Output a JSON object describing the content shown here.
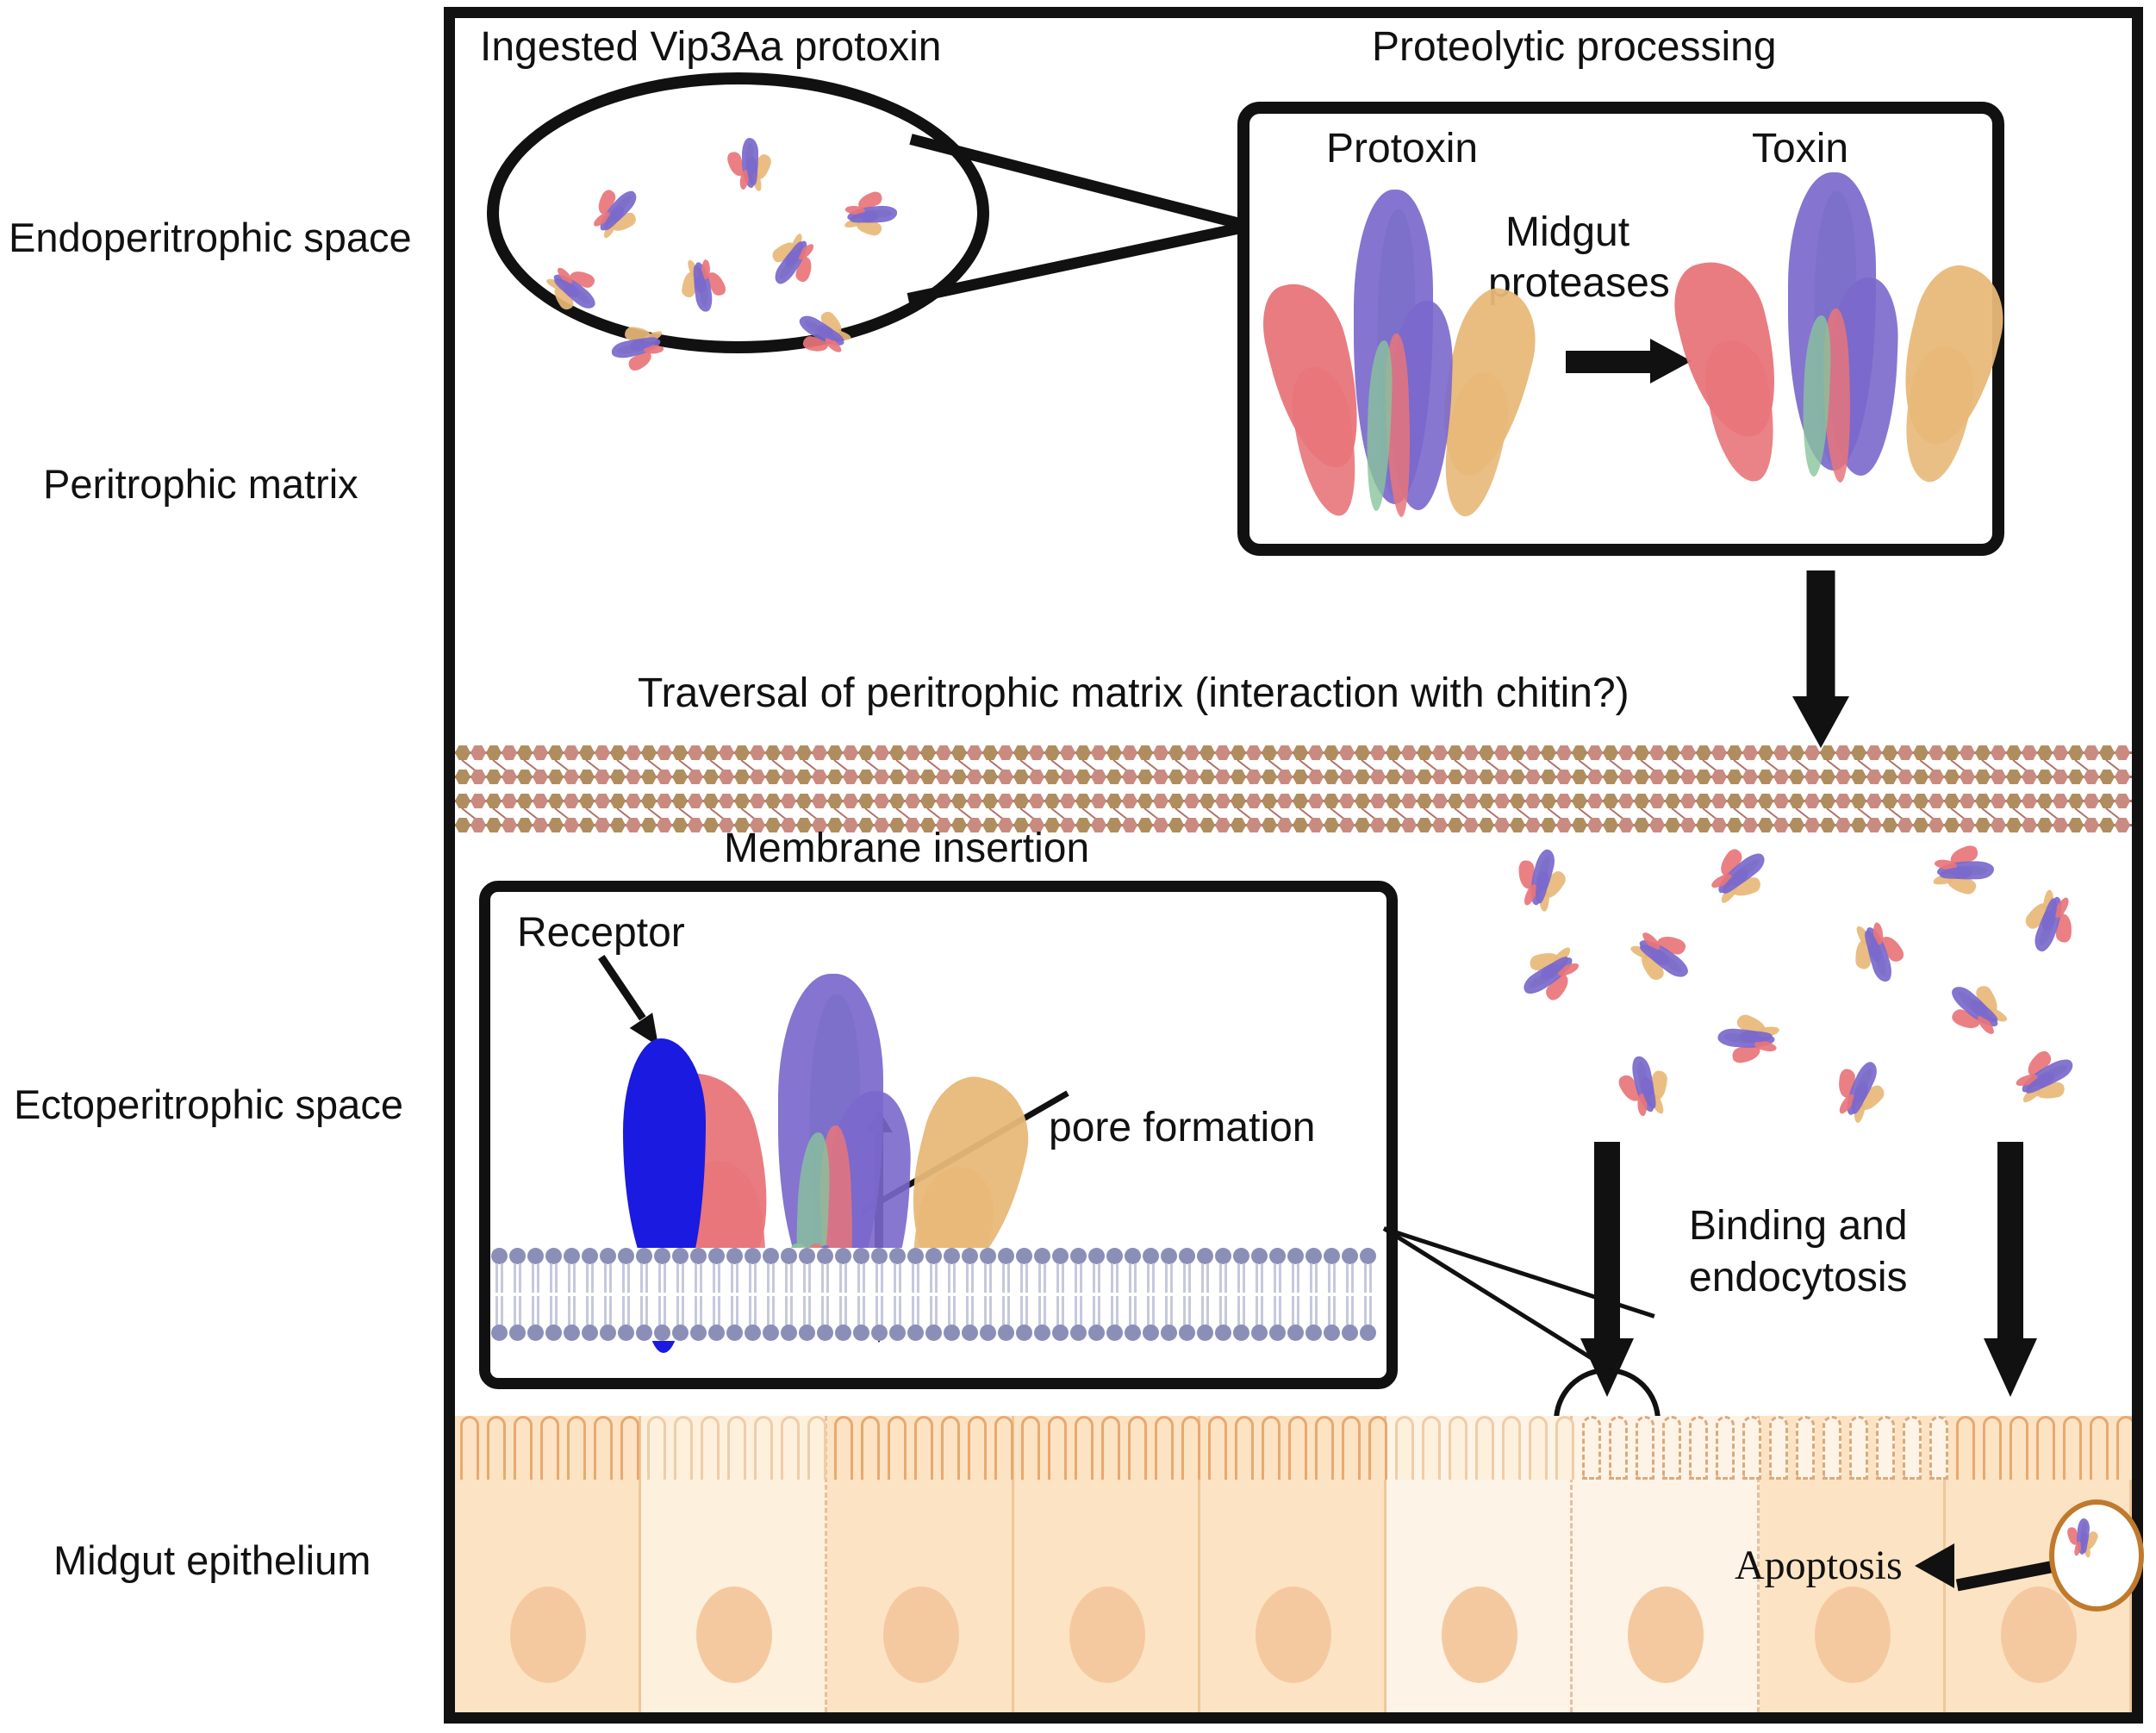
{
  "figure": {
    "type": "mechanism-diagram",
    "subject": "Vip3Aa protoxin mode of action in the insect midgut"
  },
  "side_labels": [
    {
      "id": "endoperitrophic",
      "text": "Endoperitrophic space"
    },
    {
      "id": "peritrophic-matrix",
      "text": "Peritrophic matrix"
    },
    {
      "id": "ectoperitrophic",
      "text": "Ectoperitrophic space"
    },
    {
      "id": "midgut-epithelium",
      "text": "Midgut epithelium"
    }
  ],
  "panels": {
    "ingested": {
      "title": "Ingested Vip3Aa protoxin",
      "molecule_count": 8
    },
    "proteolytic": {
      "title": "Proteolytic processing",
      "left_label": "Protoxin",
      "right_label": "Toxin",
      "arrow_label_line1": "Midgut",
      "arrow_label_line2": "proteases"
    },
    "traversal": {
      "title": "Traversal of peritrophic matrix (interaction with chitin?)"
    },
    "membrane_insertion": {
      "title": "Membrane insertion",
      "receptor_label": "Receptor",
      "pore_label": "pore formation"
    },
    "binding": {
      "line1": "Binding and",
      "line2": "endocytosis"
    },
    "apoptosis": {
      "label": "Apoptosis"
    }
  },
  "colors": {
    "frame": "#111111",
    "protein_red": "#e8757a",
    "protein_purple": "#7b68cc",
    "protein_green": "#88c49c",
    "protein_orange": "#e8b878",
    "receptor_blue": "#1a1ae0",
    "chitin_tan": "#b08d5f",
    "chitin_salmon": "#c98a80",
    "lipid_head": "#8b8fb8",
    "lipid_tail": "#c6c8dd",
    "epithelium_fill": "#fce3c3",
    "epithelium_border": "#e8a96f",
    "nucleus": "#f5c9a0",
    "apoptosis_ring": "#c07a2c"
  },
  "counts": {
    "ectoperitrophic_toxins": 12,
    "peritrophic_matrix_rows": 4,
    "epithelial_cells": 9
  }
}
